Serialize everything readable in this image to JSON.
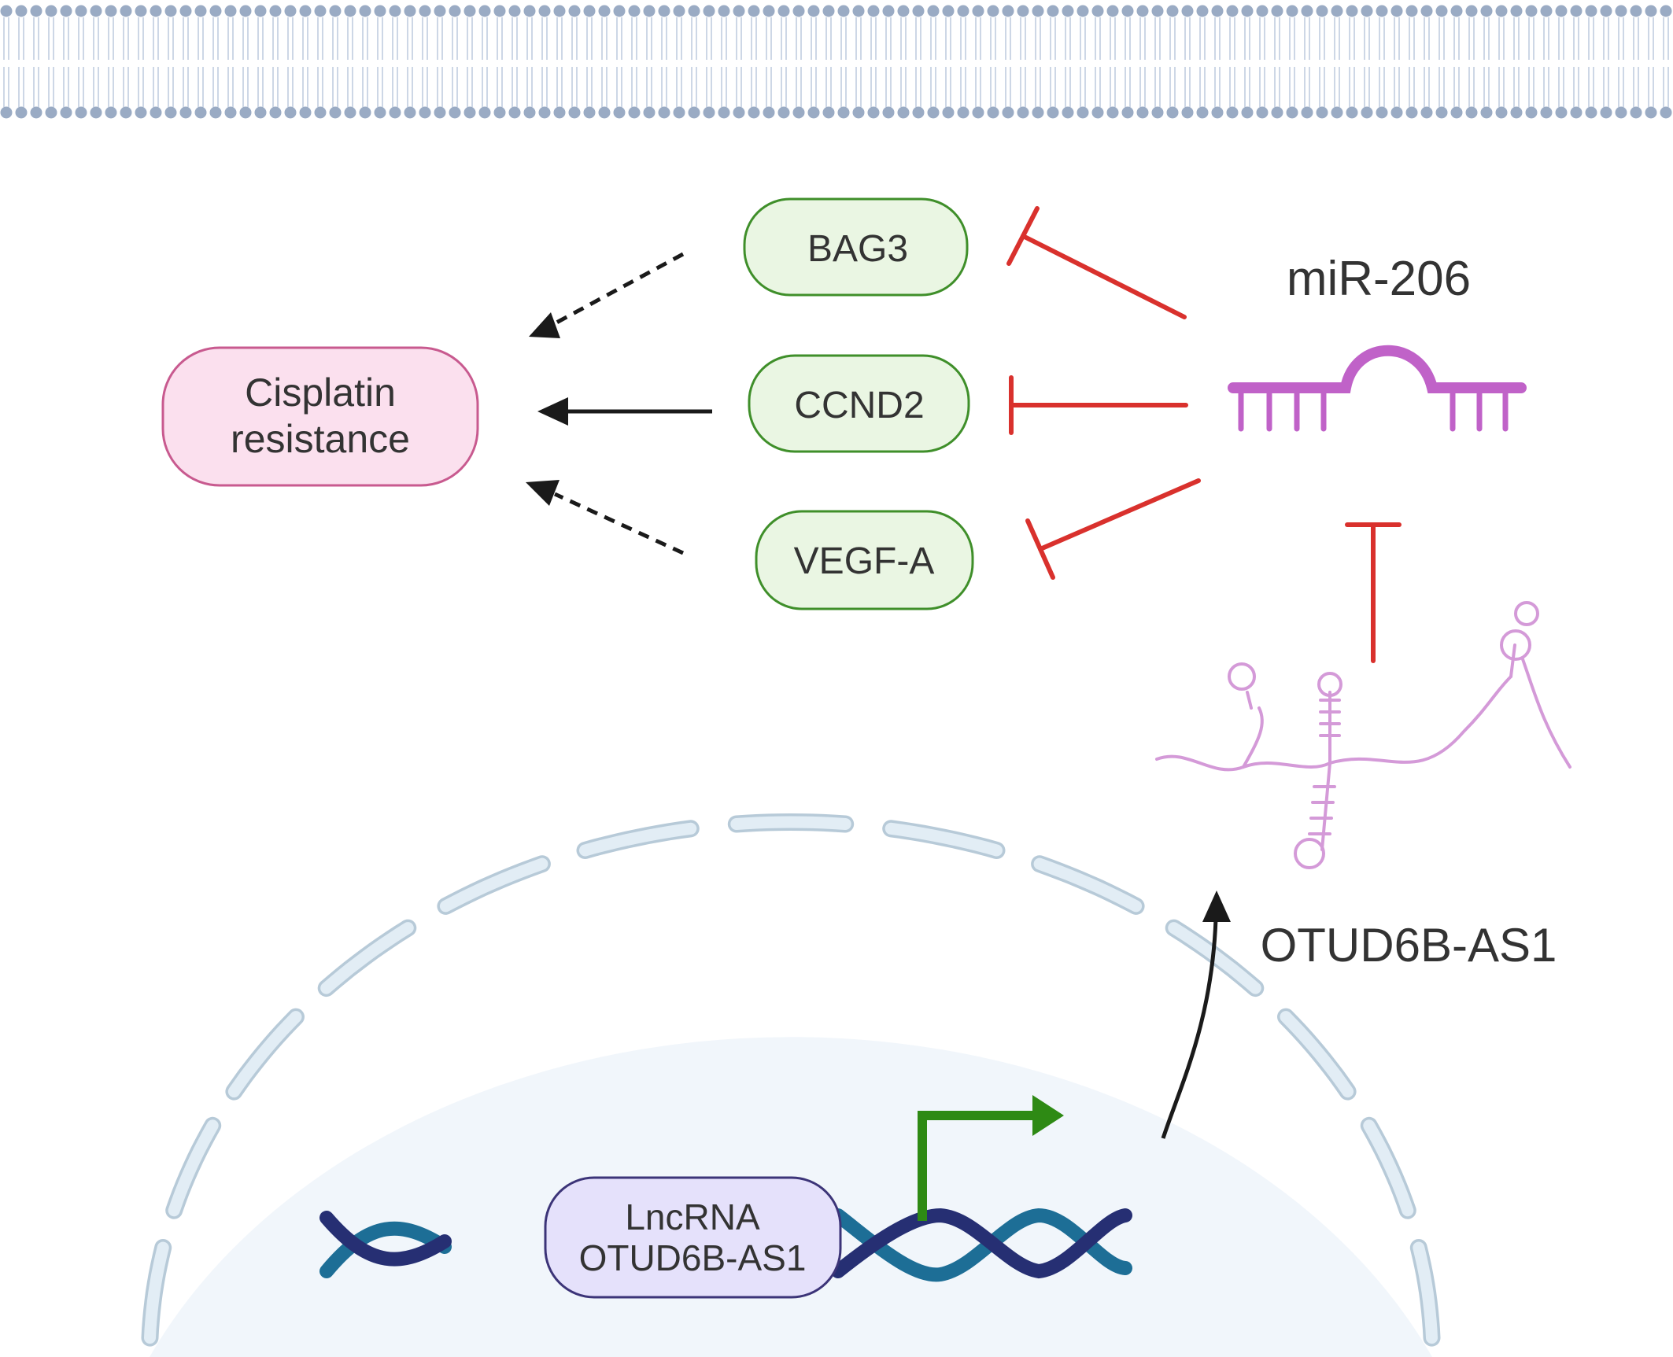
{
  "nodes": {
    "cisplatin": {
      "lines": [
        "Cisplatin",
        "resistance"
      ]
    },
    "bag3": {
      "label": "BAG3"
    },
    "ccnd2": {
      "label": "CCND2"
    },
    "vegfa": {
      "label": "VEGF-A"
    },
    "mirna": {
      "label": "miR-206"
    },
    "lncrna_product": {
      "label": "OTUD6B-AS1"
    },
    "gene": {
      "lines": [
        "LncRNA",
        "OTUD6B-AS1"
      ]
    }
  },
  "colors": {
    "membrane_head": "#9aabc4",
    "membrane_tail": "#cdd7e6",
    "cisplatin_fill": "#fbe0ee",
    "cisplatin_stroke": "#c85a8f",
    "target_fill": "#eaf6e3",
    "target_stroke": "#3f8f2a",
    "inhibition": "#d9312d",
    "arrow": "#1a1a1a",
    "mirna": "#c062c8",
    "lncrna": "#d49ad8",
    "nucleus_fill": "#f1f6fb",
    "nucleus_envelope_fill": "#e2edf5",
    "nucleus_envelope_stroke": "#b7cad8",
    "dna_dark": "#262f73",
    "dna_light": "#1d6e96",
    "gene_fill": "#e5e1fb",
    "gene_stroke": "#3c3478",
    "promoter": "#2e8a14"
  }
}
